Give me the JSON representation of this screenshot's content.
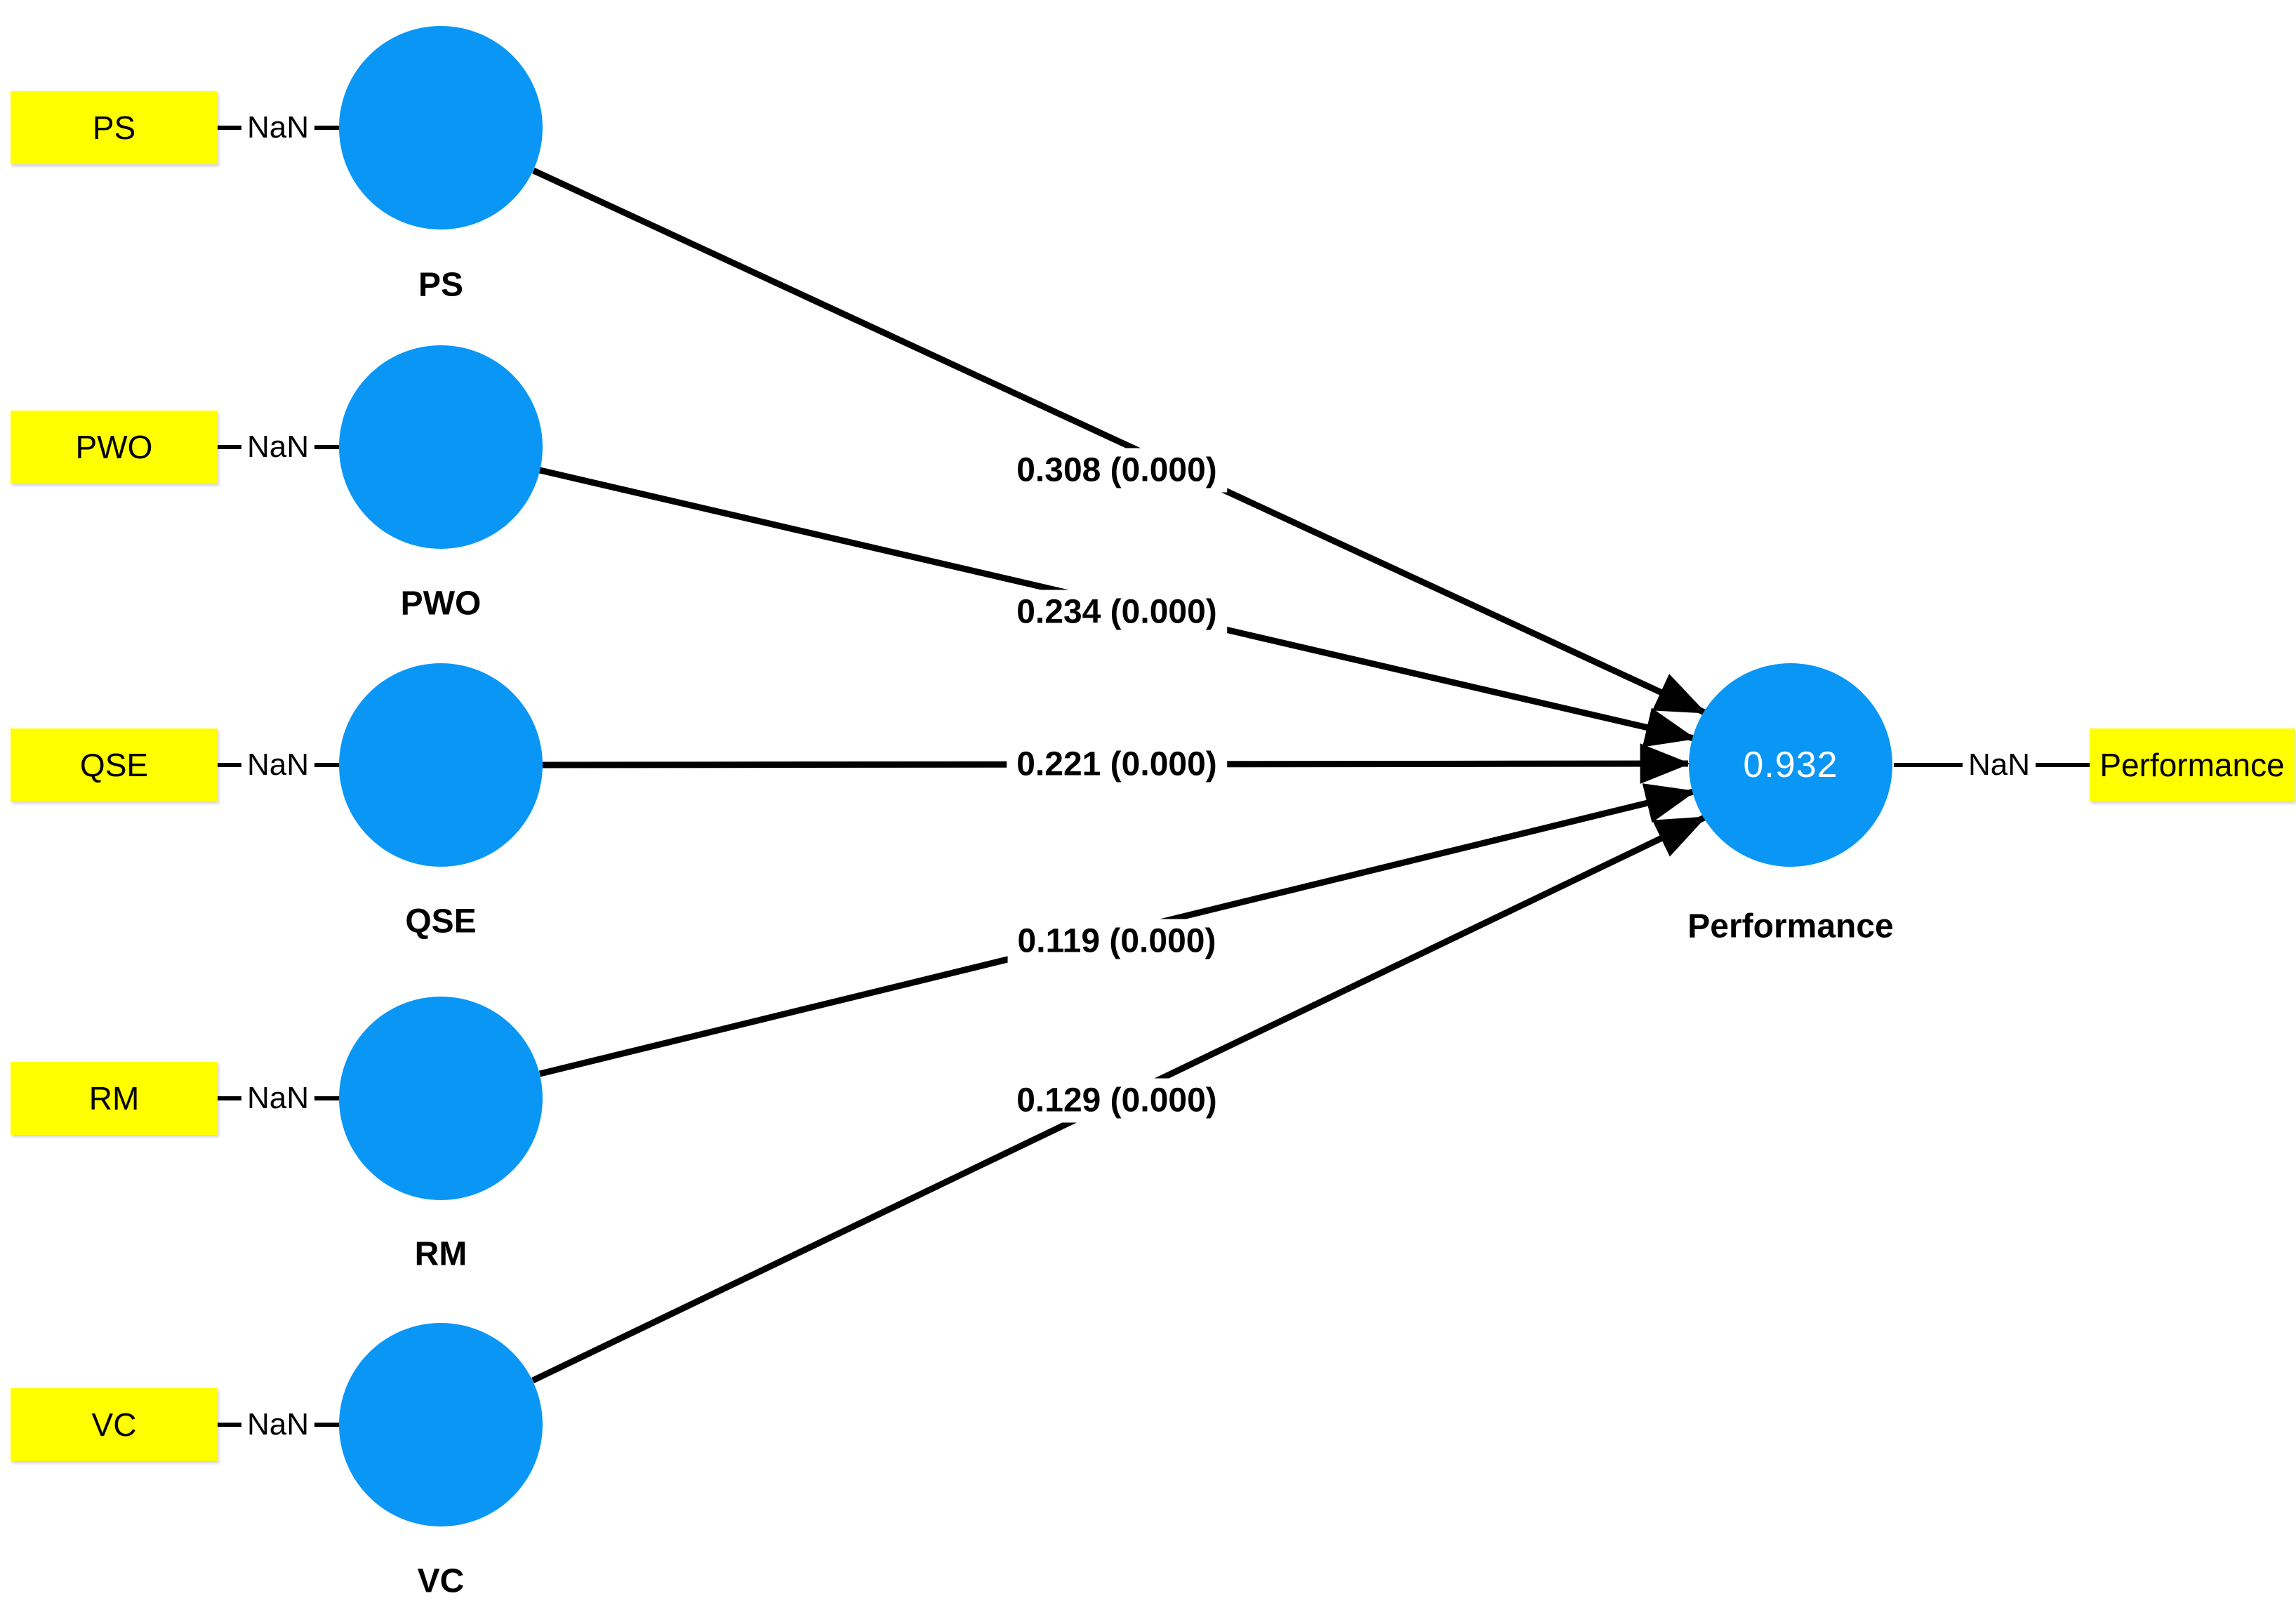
{
  "diagram": {
    "colors": {
      "latent_fill": "#0A96F5",
      "indicator_fill": "#FFFF00",
      "edge_color": "#000000",
      "r_square_text_color": "#FFFFFF",
      "background": "#FFFFFF"
    },
    "exogenous_constructs": [
      {
        "label": "PS",
        "indicator_label": "PS",
        "loading_label": "NaN",
        "path_coefficient_label": "0.308 (0.000)"
      },
      {
        "label": "PWO",
        "indicator_label": "PWO",
        "loading_label": "NaN",
        "path_coefficient_label": "0.234 (0.000)"
      },
      {
        "label": "QSE",
        "indicator_label": "QSE",
        "loading_label": "NaN",
        "path_coefficient_label": "0.221 (0.000)"
      },
      {
        "label": "RM",
        "indicator_label": "RM",
        "loading_label": "NaN",
        "path_coefficient_label": "0.119 (0.000)"
      },
      {
        "label": "VC",
        "indicator_label": "VC",
        "loading_label": "NaN",
        "path_coefficient_label": "0.129 (0.000)"
      }
    ],
    "endogenous_construct": {
      "label": "Performance",
      "r_square_value": "0.932",
      "loading_label": "NaN",
      "indicator_label": "Performance"
    }
  }
}
